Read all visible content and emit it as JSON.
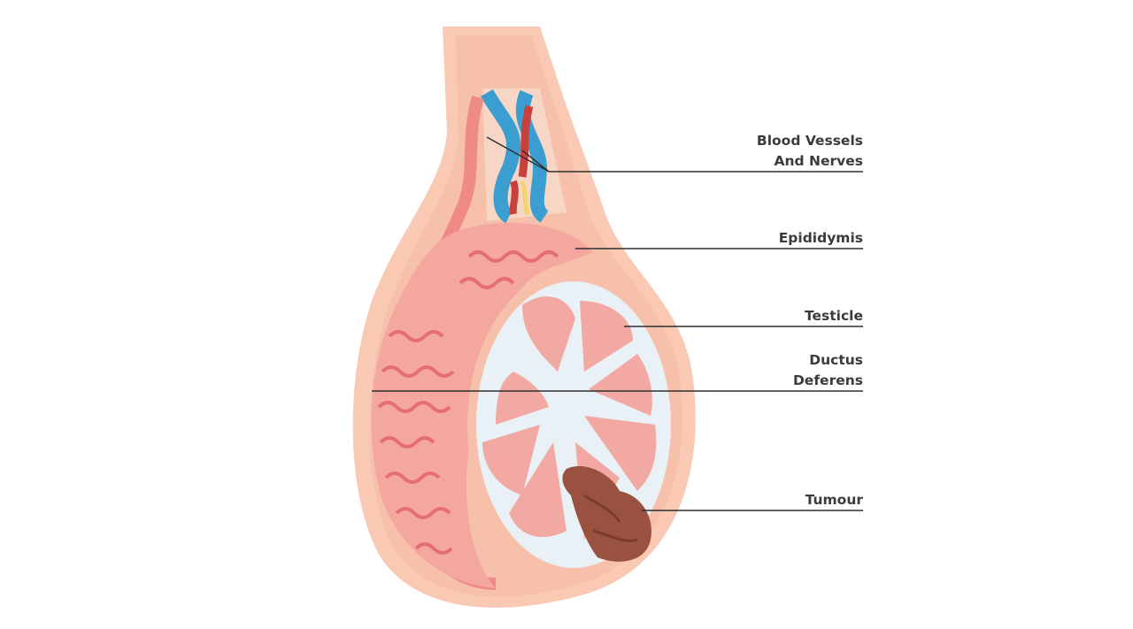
{
  "labels": {
    "blood_vessels_line1": "Blood Vessels",
    "blood_vessels_line2": "And Nerves",
    "epididymis": "Epididymis",
    "testicle": "Testicle",
    "ductus_line1": "Ductus",
    "ductus_line2": "Deferens",
    "tumour": "Tumour"
  },
  "colors": {
    "skin_outer": "#f9c9b4",
    "skin_inner": "#f6b7a2",
    "tubule": "#f08a86",
    "tubule_dark": "#e56f6f",
    "vein": "#3a9fd0",
    "artery": "#c9413f",
    "nerve": "#f3d36b",
    "tunica": "#e9f1f6",
    "lobule": "#f2a9a3",
    "tumour": "#9a5240",
    "leader": "#2f2f2f",
    "text": "#3b3b3b"
  }
}
